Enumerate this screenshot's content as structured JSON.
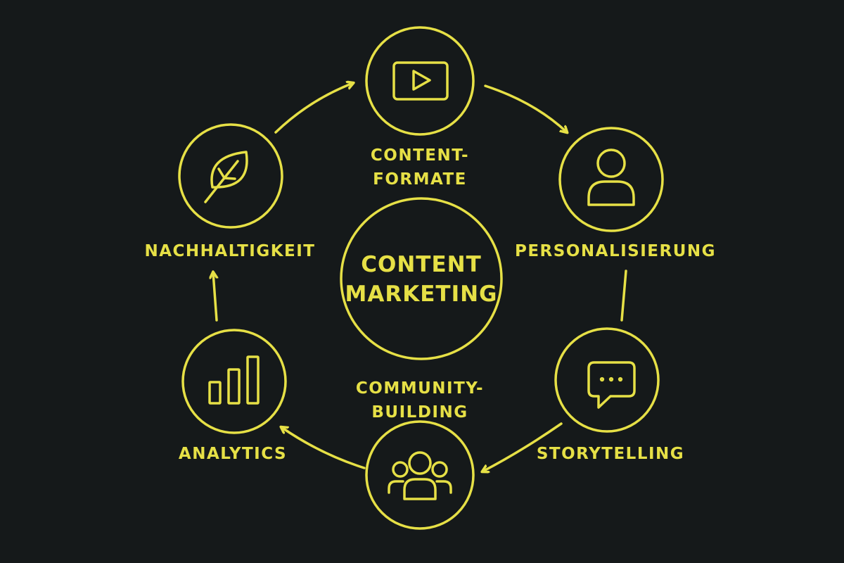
{
  "center": {
    "line1": "CONTENT",
    "line2": "MARKETING"
  },
  "nodes": {
    "content_formate": {
      "line1": "CONTENT-",
      "line2": "FORMATE",
      "icon": "video-play-icon"
    },
    "personalisierung": {
      "label": "PERSONALISIERUNG",
      "icon": "user-icon"
    },
    "storytelling": {
      "label": "STORYTELLING",
      "icon": "chat-bubble-icon"
    },
    "community_building": {
      "line1": "COMMUNITY-",
      "line2": "BUILDING",
      "icon": "group-icon"
    },
    "analytics": {
      "label": "ANALYTICS",
      "icon": "bar-chart-icon"
    },
    "nachhaltigkeit": {
      "label": "NACHHALTIGKEIT",
      "icon": "leaf-icon"
    }
  },
  "colors": {
    "background": "#15191a",
    "accent": "#e6e046"
  }
}
